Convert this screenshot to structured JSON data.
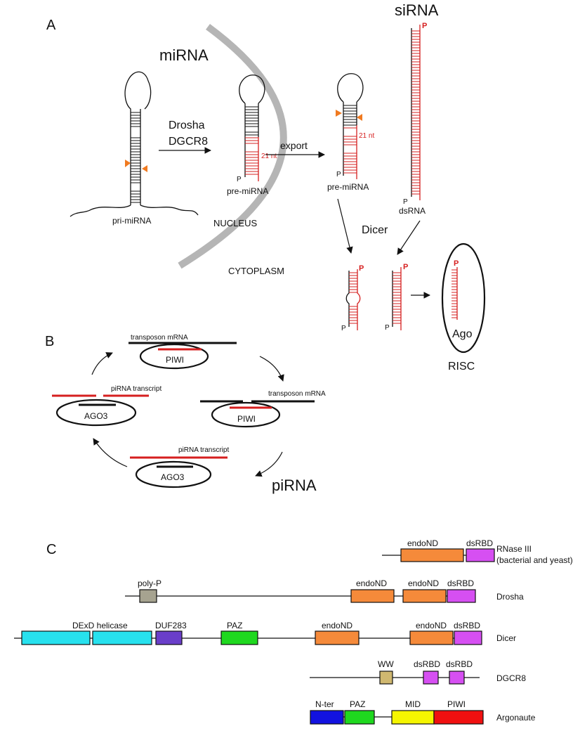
{
  "panel_a": {
    "letter": "A",
    "mirna_title": "miRNA",
    "sirna_title": "siRNA",
    "pri_label": "pri-miRNA",
    "pre_label_1": "pre-miRNA",
    "pre_label_2": "pre-miRNA",
    "drosha": "Drosha",
    "dgcr8": "DGCR8",
    "export": "export",
    "nt_1": "21 nt",
    "nt_2": "21 nt",
    "nucleus": "NUCLEUS",
    "cytoplasm": "CYTOPLASM",
    "dsrna": "dsRNA",
    "dicer": "Dicer",
    "ago": "Ago",
    "risc": "RISC",
    "p": "P"
  },
  "panel_b": {
    "letter": "B",
    "top_transposon": "transposon mRNA",
    "right_transposon": "transposon mRNA",
    "left_pirna": "piRNA transcript",
    "bottom_pirna": "piRNA transcript",
    "piwi_top": "PIWI",
    "piwi_right": "PIWI",
    "ago3_left": "AGO3",
    "ago3_bottom": "AGO3",
    "pirna_title": "piRNA"
  },
  "panel_c": {
    "letter": "C",
    "rows": [
      {
        "name": "RNase III",
        "name2": "(bacterial and yeast)",
        "labels": [
          "endoND",
          "dsRBD"
        ]
      },
      {
        "name": "Drosha",
        "name2": "",
        "labels": [
          "poly-P",
          "endoND",
          "endoND",
          "dsRBD"
        ]
      },
      {
        "name": "Dicer",
        "name2": "",
        "labels": [
          "DExD helicase",
          "DUF283",
          "PAZ",
          "endoND",
          "endoND",
          "dsRBD"
        ]
      },
      {
        "name": "DGCR8",
        "name2": "",
        "labels": [
          "WW",
          "dsRBD",
          "dsRBD"
        ]
      },
      {
        "name": "Argonaute",
        "name2": "",
        "labels": [
          "N-ter",
          "PAZ",
          "MID",
          "PIWI"
        ]
      }
    ]
  },
  "colors": {
    "rna_red": "#d61f1f",
    "cleave_orange": "#f07a20",
    "endond": "#f58a3a",
    "dsrbd": "#d64ff2",
    "polyp": "#a6a390",
    "helicase": "#27e1ee",
    "duf283": "#6a3ec9",
    "paz": "#1fd81f",
    "ww": "#d0b870",
    "nter": "#1212e0",
    "mid": "#f5f500",
    "piwi": "#f01010"
  }
}
